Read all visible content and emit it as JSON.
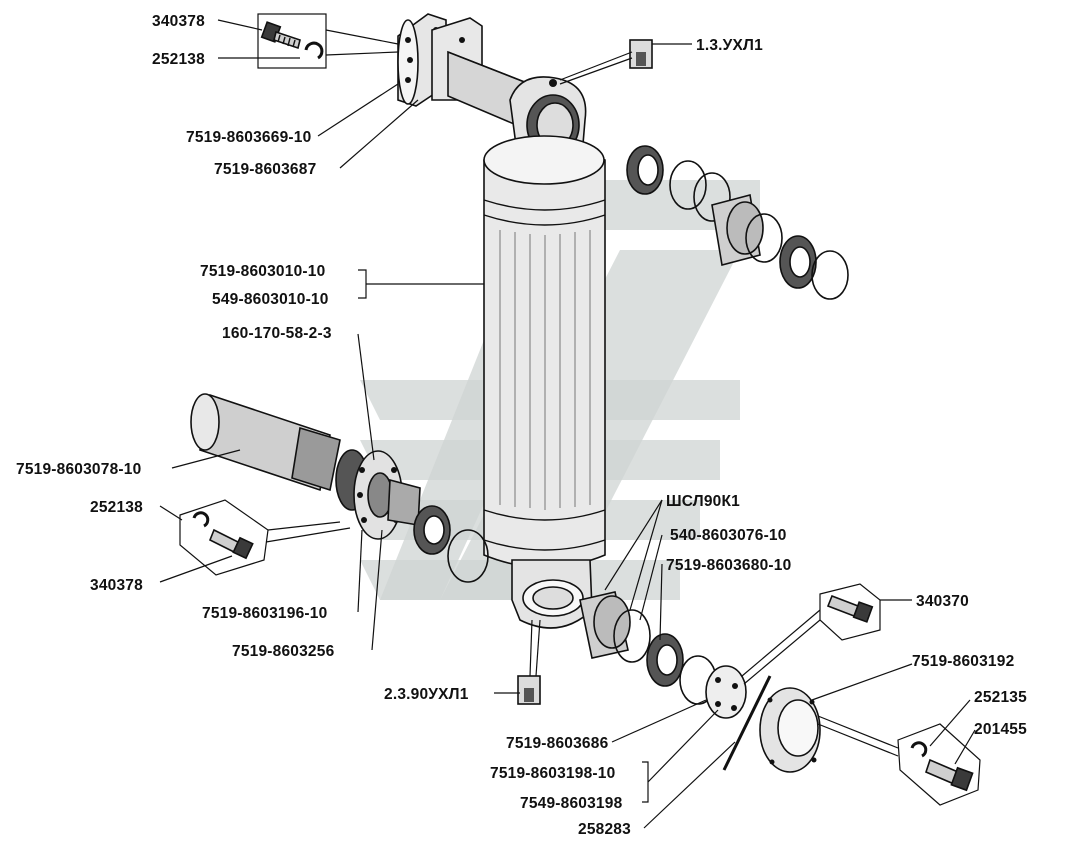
{
  "diagram": {
    "colors": {
      "ink": "#111111",
      "part_fill": "#f2f2f2",
      "part_shade": "#bdbdbd",
      "watermark": "#cfd4d3",
      "background": "#ffffff"
    },
    "labels": {
      "bolt_top_left": "340378",
      "washer_top_left": "252138",
      "flange_a": "7519-8603669-10",
      "flange_b": "7519-8603687",
      "grease_fitting_top": "1.3.УХЛ1",
      "cylinder_a": "7519-8603010-10",
      "cylinder_b": "549-8603010-10",
      "seal_ring": "160-170-58-2-3",
      "boot": "7519-8603078-10",
      "washer_mid_left": "252138",
      "bolt_mid_left": "340378",
      "flange_bottom_a": "7519-8603196-10",
      "flange_bottom_b": "7519-8603256",
      "bearing": "ШСЛ90К1",
      "ring_540": "540-8603076-10",
      "ring_7519_680": "7519-8603680-10",
      "bolt_right": "340370",
      "cap": "7519-8603192",
      "washer_right": "252135",
      "bolt_cap": "201455",
      "grease_fitting_bottom": "2.3.90УХЛ1",
      "ring_686": "7519-8603686",
      "plate_a": "7519-8603198-10",
      "plate_b": "7549-8603198",
      "gasket": "258283"
    }
  }
}
